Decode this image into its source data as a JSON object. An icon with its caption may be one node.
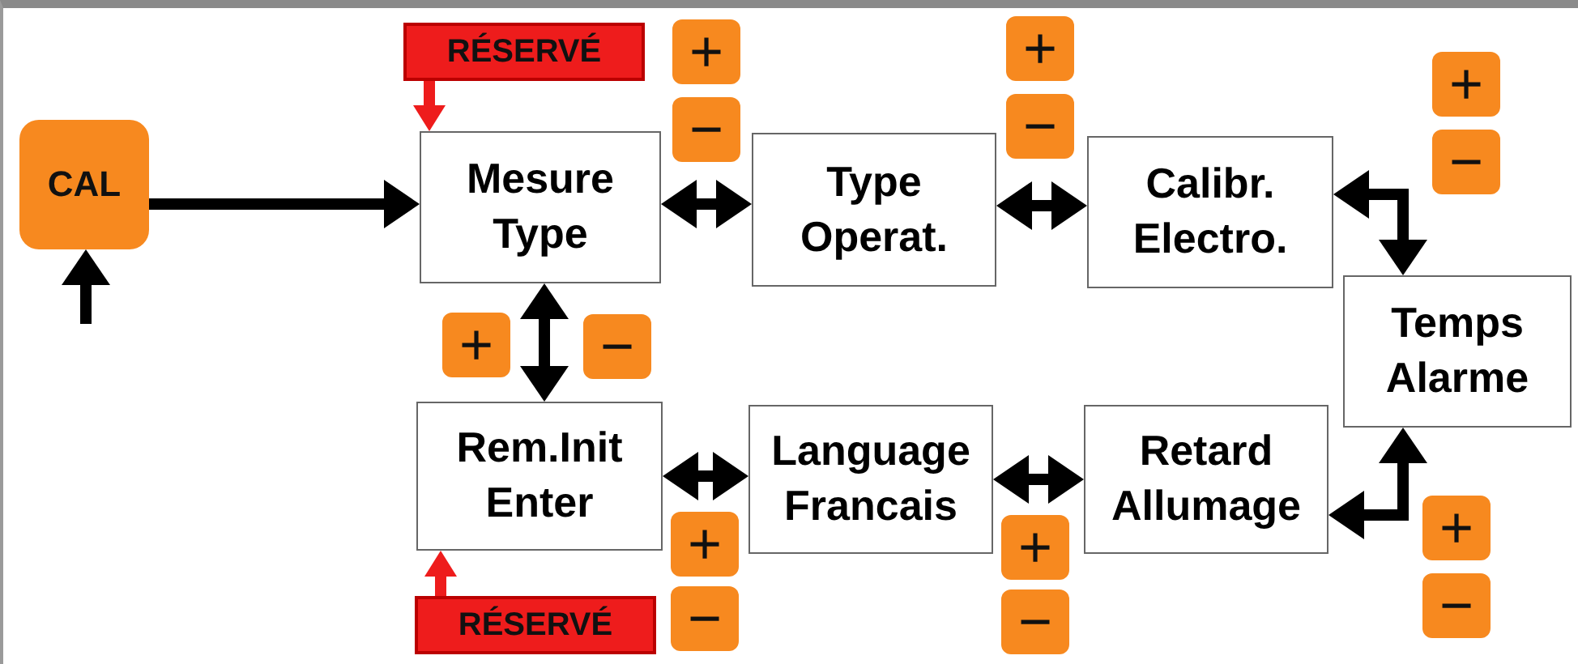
{
  "diagram": {
    "nodes": [
      {
        "text": [
          "CAL"
        ]
      },
      {
        "text": [
          "RÉSERVÉ"
        ]
      },
      {
        "text": [
          "Mesure Type"
        ]
      },
      {
        "text": [
          "Type Operat."
        ]
      },
      {
        "text": [
          "Calibr. Electro."
        ]
      },
      {
        "text": [
          "Temps Alarme"
        ]
      },
      {
        "text": [
          "Rem.Init Enter"
        ]
      },
      {
        "text": [
          "Language Francais"
        ]
      },
      {
        "text": [
          "Retard Allumage"
        ]
      },
      {
        "text": [
          "RÉSERVÉ"
        ]
      },
      {
        "text": [
          "+"
        ]
      },
      {
        "text": [
          "−"
        ]
      },
      {
        "text": [
          "+"
        ]
      },
      {
        "text": [
          "−"
        ]
      },
      {
        "text": [
          "+"
        ]
      },
      {
        "text": [
          "−"
        ]
      },
      {
        "text": [
          "+"
        ]
      },
      {
        "text": [
          "−"
        ]
      },
      {
        "text": [
          "+"
        ]
      },
      {
        "text": [
          "−"
        ]
      },
      {
        "text": [
          "+"
        ]
      },
      {
        "text": [
          "−"
        ]
      },
      {
        "text": [
          "+"
        ]
      },
      {
        "text": [
          "−"
        ]
      }
    ],
    "edges": [
      {
        "from": null,
        "to": 0,
        "arrow": "to"
      },
      {
        "from": 0,
        "to": 2,
        "arrow": "to"
      },
      {
        "from": 1,
        "to": 2,
        "arrow": "to",
        "color": "#ee1c1c"
      },
      {
        "from": 2,
        "to": 3,
        "arrow": "both"
      },
      {
        "from": 3,
        "to": 4,
        "arrow": "both"
      },
      {
        "from": 4,
        "to": 5,
        "arrow": "both"
      },
      {
        "from": 2,
        "to": 6,
        "arrow": "both"
      },
      {
        "from": 6,
        "to": 7,
        "arrow": "both"
      },
      {
        "from": 7,
        "to": 8,
        "arrow": "both"
      },
      {
        "from": 8,
        "to": 5,
        "arrow": "both"
      },
      {
        "from": 9,
        "to": 6,
        "arrow": "to",
        "color": "#ee1c1c"
      }
    ]
  }
}
